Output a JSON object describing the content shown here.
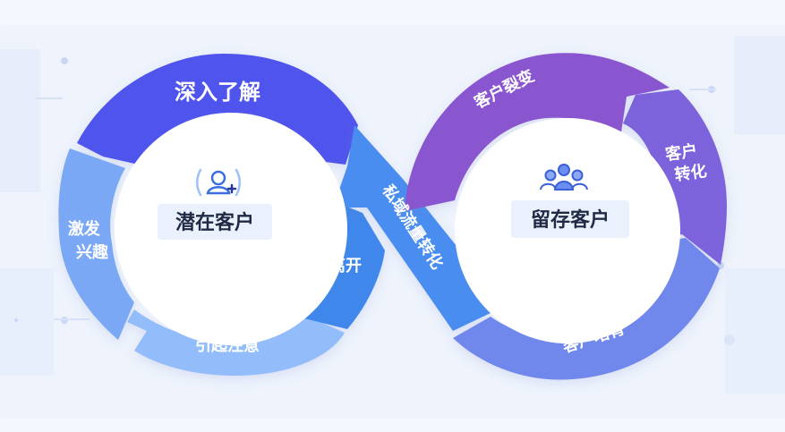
{
  "left_loop": {
    "hub_title": "潜在客户",
    "hub_icon": "user-add-icon",
    "segments": {
      "deep_understand": "深入了解",
      "stimulate_interest": [
        "激发",
        "兴趣"
      ],
      "attract_attention": "引起注意",
      "leave": "离开"
    }
  },
  "bridge": {
    "label": "私域流量转化"
  },
  "right_loop": {
    "hub_title": "留存客户",
    "hub_icon": "user-group-icon",
    "segments": {
      "customer_fission": "客户裂变",
      "customer_conversion": [
        "客户",
        "转化"
      ],
      "customer_nurturing": "客户培育"
    }
  },
  "colors": {
    "indigo": "#4f55ec",
    "light_blue": "#7aa8f4",
    "pale_blue": "#93bdfa",
    "mid_blue": "#3f87ec",
    "bridge_blue": "#4a8df0",
    "purple": "#8a56cf",
    "violet": "#7b63db",
    "periwinkle": "#6f87eb"
  }
}
